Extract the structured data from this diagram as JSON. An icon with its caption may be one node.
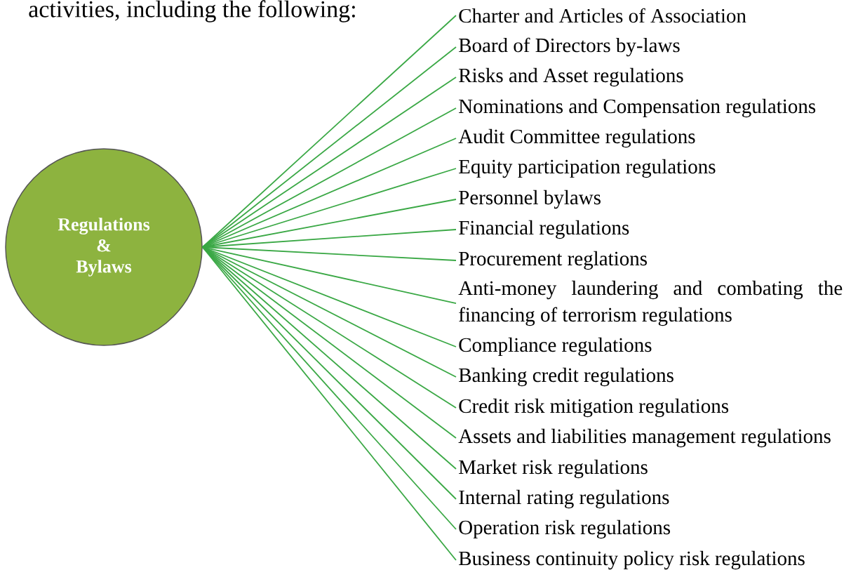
{
  "diagram": {
    "nodes": [
      {
        "text": [
          "Regulations & Bylaws"
        ]
      },
      {
        "text": [
          "Charter and Articles of Association"
        ]
      },
      {
        "text": [
          "Board of Directors by-laws"
        ]
      },
      {
        "text": [
          "Risks and Asset regulations"
        ]
      },
      {
        "text": [
          "Nominations and Compensation regulations"
        ]
      },
      {
        "text": [
          "Audit Committee regulations"
        ]
      },
      {
        "text": [
          "Equity participation regulations"
        ]
      },
      {
        "text": [
          "Personnel bylaws"
        ]
      },
      {
        "text": [
          "Financial regulations"
        ]
      },
      {
        "text": [
          "Procurement reglations"
        ]
      },
      {
        "text": [
          "Anti-money laundering and combating the financing of terrorism regulations"
        ]
      },
      {
        "text": [
          "Compliance regulations"
        ]
      },
      {
        "text": [
          "Banking credit regulations"
        ]
      },
      {
        "text": [
          "Credit risk mitigation regulations"
        ]
      },
      {
        "text": [
          "Assets and liabilities management regulations"
        ]
      },
      {
        "text": [
          "Market risk regulations"
        ]
      },
      {
        "text": [
          "Internal rating regulations"
        ]
      },
      {
        "text": [
          "Operation risk regulations"
        ]
      },
      {
        "text": [
          "Business continuity policy risk regulations"
        ]
      }
    ],
    "edges": [
      {
        "from": 0,
        "to": 1,
        "arrow": "none"
      },
      {
        "from": 0,
        "to": 2,
        "arrow": "none"
      },
      {
        "from": 0,
        "to": 3,
        "arrow": "none"
      },
      {
        "from": 0,
        "to": 4,
        "arrow": "none"
      },
      {
        "from": 0,
        "to": 5,
        "arrow": "none"
      },
      {
        "from": 0,
        "to": 6,
        "arrow": "none"
      },
      {
        "from": 0,
        "to": 7,
        "arrow": "none"
      },
      {
        "from": 0,
        "to": 8,
        "arrow": "none"
      },
      {
        "from": 0,
        "to": 9,
        "arrow": "none"
      },
      {
        "from": 0,
        "to": 10,
        "arrow": "none"
      },
      {
        "from": 0,
        "to": 11,
        "arrow": "none"
      },
      {
        "from": 0,
        "to": 12,
        "arrow": "none"
      },
      {
        "from": 0,
        "to": 13,
        "arrow": "none"
      },
      {
        "from": 0,
        "to": 14,
        "arrow": "none"
      },
      {
        "from": 0,
        "to": 15,
        "arrow": "none"
      },
      {
        "from": 0,
        "to": 16,
        "arrow": "none"
      },
      {
        "from": 0,
        "to": 17,
        "arrow": "none"
      },
      {
        "from": 0,
        "to": 18,
        "arrow": "none"
      }
    ],
    "labels": [
      "activities, including the following:"
    ]
  }
}
